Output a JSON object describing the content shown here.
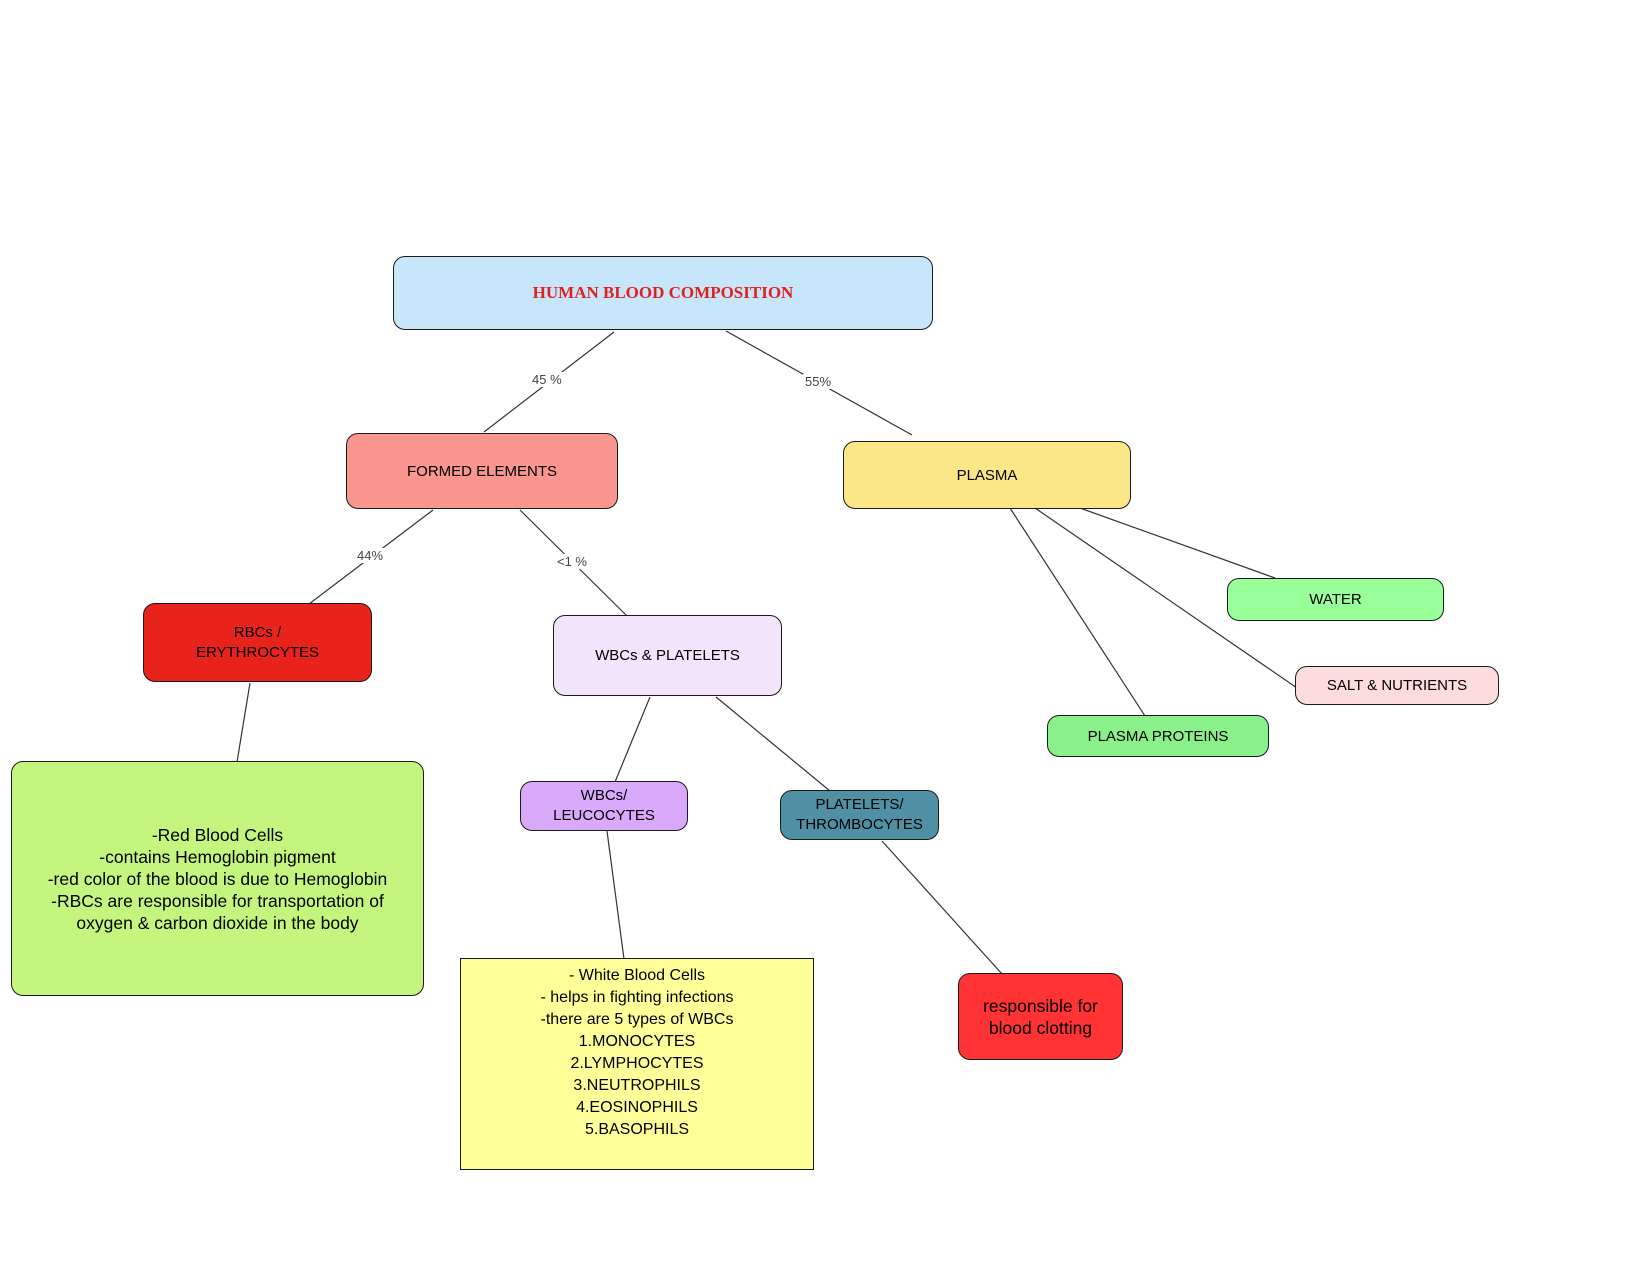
{
  "nodes": {
    "root": "HUMAN BLOOD COMPOSITION",
    "formed": "FORMED ELEMENTS",
    "plasma": "PLASMA",
    "rbc": "RBCs /\nERYTHROCYTES",
    "wbc_platelets": "WBCs & PLATELETS",
    "water": "WATER",
    "salt": "SALT & NUTRIENTS",
    "proteins": "PLASMA PROTEINS",
    "rbc_desc": "-Red Blood Cells\n-contains Hemoglobin pigment\n-red color of the blood is due to Hemoglobin\n-RBCs are responsible for transportation of\n oxygen & carbon dioxide in the body",
    "wbc": "WBCs/\nLEUCOCYTES",
    "platelets": "PLATELETS/\nTHROMBOCYTES",
    "wbc_desc": "- White Blood Cells\n- helps in fighting infections\n-there are 5 types of WBCs\n1.MONOCYTES\n2.LYMPHOCYTES\n3.NEUTROPHILS\n4.EOSINOPHILS\n5.BASOPHILS",
    "clot_desc": "responsible for\nblood clotting"
  },
  "edges": {
    "root_formed": "45 %",
    "root_plasma": "55%",
    "formed_rbc": "44%",
    "formed_wbcp": "<1 %"
  },
  "colors": {
    "root": "#c7e6f9",
    "formed": "#fa9690",
    "plasma": "#fbe688",
    "rbc": "#e8231b",
    "wbc_platelets": "#f3e3fb",
    "water": "#99ff99",
    "salt": "#fcdcdc",
    "proteins": "#8af08a",
    "rbc_desc": "#c4f57f",
    "wbc": "#d9a9fb",
    "platelets": "#5090a4",
    "wbc_desc": "#ffff99",
    "clot_desc": "#ff3333",
    "title_text": "#e02020"
  }
}
